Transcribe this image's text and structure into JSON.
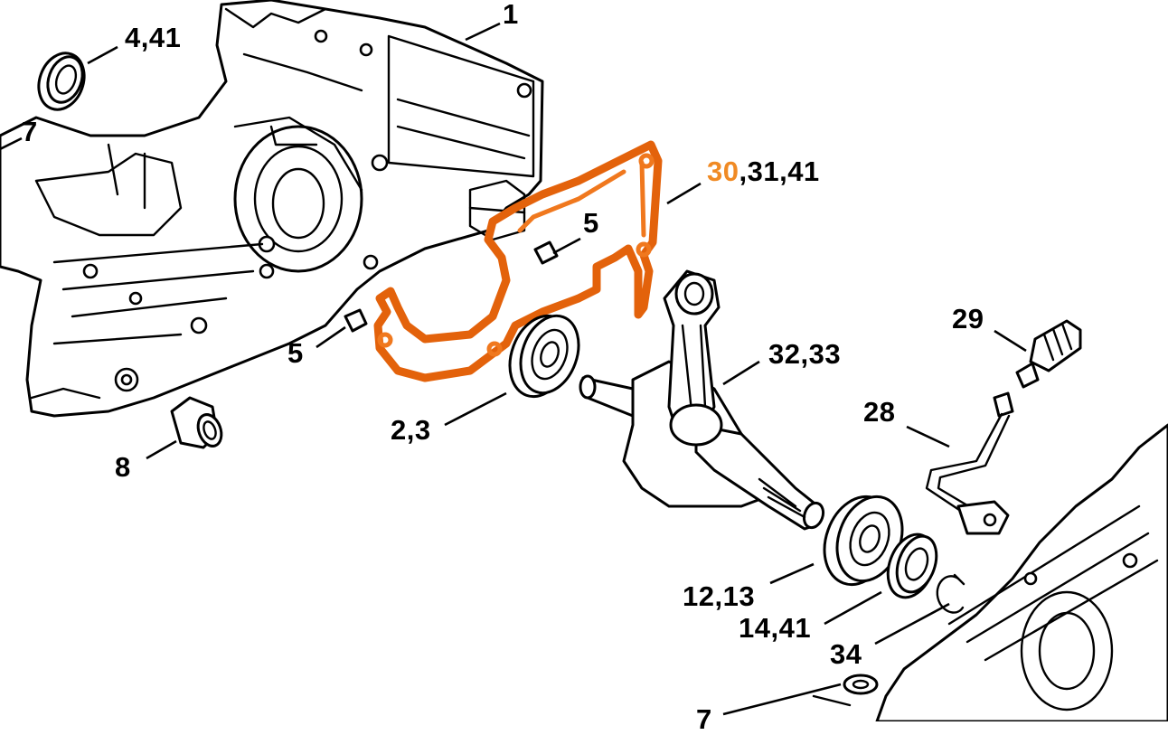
{
  "colors": {
    "line": "#000000",
    "background": "#ffffff",
    "highlight_part": "#e3620b",
    "highlight_text": "#f08a24"
  },
  "callouts": {
    "c1": "1",
    "c4_41": "4,41",
    "c7_top": "7",
    "c30": "30",
    "c30_rest": ",31,41",
    "c5_right": "5",
    "c5_left": "5",
    "c2_3": "2,3",
    "c8": "8",
    "c29": "29",
    "c32_33": "32,33",
    "c28": "28",
    "c12_13": "12,13",
    "c14_41": "14,41",
    "c34": "34",
    "c7_bottom": "7"
  },
  "highlighted_callout": "30"
}
